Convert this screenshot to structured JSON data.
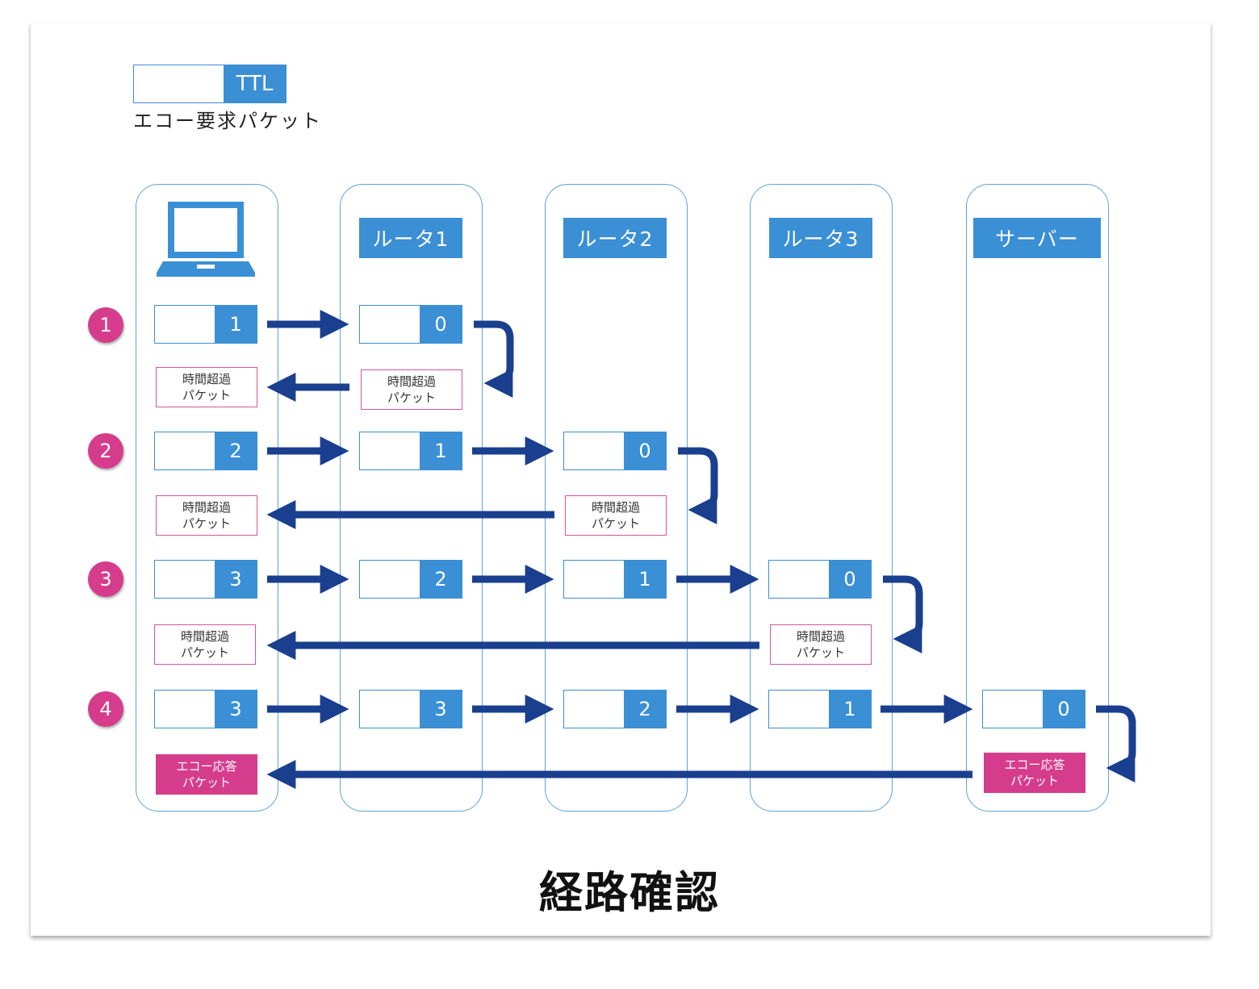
{
  "legend": {
    "ttl_label": "TTL",
    "caption": "エコー要求パケット"
  },
  "columns": [
    {
      "label": ""
    },
    {
      "label": "ルータ1"
    },
    {
      "label": "ルータ2"
    },
    {
      "label": "ルータ3"
    },
    {
      "label": "サーバー"
    }
  ],
  "steps": [
    "1",
    "2",
    "3",
    "4"
  ],
  "rows": [
    {
      "ttl": [
        "1",
        "0"
      ]
    },
    {
      "ttl": [
        "2",
        "1",
        "0"
      ]
    },
    {
      "ttl": [
        "3",
        "2",
        "1",
        "0"
      ]
    },
    {
      "ttl": [
        "3",
        "3",
        "2",
        "1",
        "0"
      ]
    }
  ],
  "exceeded_packet": {
    "line1": "時間超過",
    "line2": "パケット"
  },
  "echo_reply_packet": {
    "line1": "エコー応答",
    "line2": "パケット"
  },
  "title": "経路確認",
  "colors": {
    "blue": "#3b8fd4",
    "arrow": "#1a3f8f",
    "magenta": "#d63c8c",
    "pink_border": "#d9539a"
  }
}
